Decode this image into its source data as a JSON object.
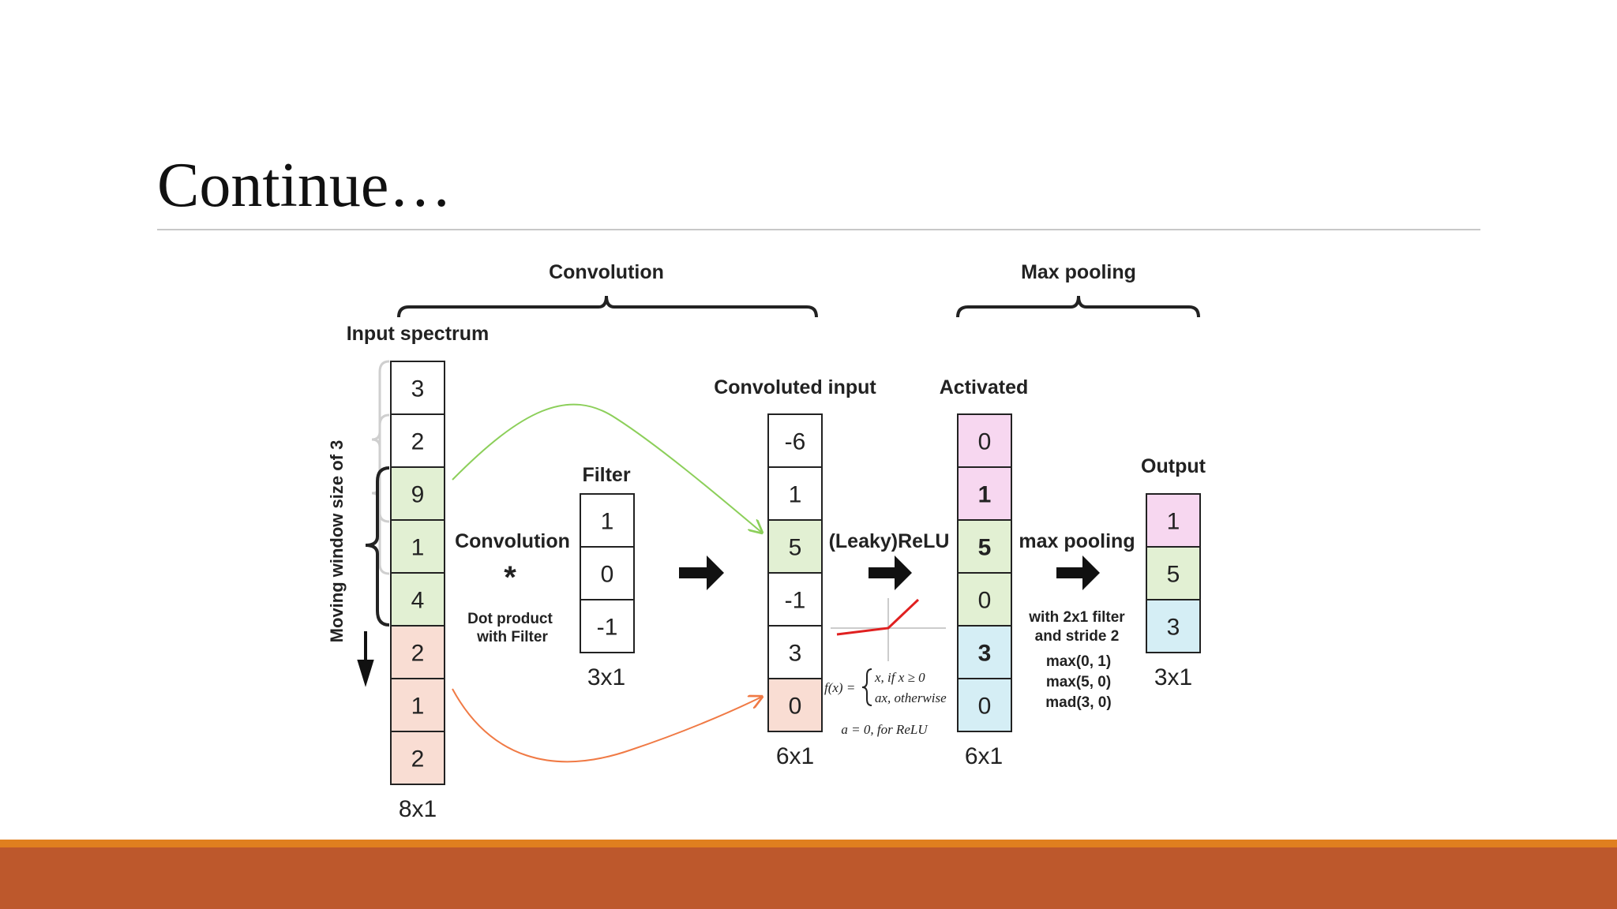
{
  "slide": {
    "title": "Continue…"
  },
  "colors": {
    "green": "#e2f0d3",
    "red": "#f9ddd3",
    "pink": "#f7d7f0",
    "blue": "#d5eef5",
    "white": "#ffffff",
    "green_arrow": "#8ccf5a",
    "orange_arrow": "#f07a45",
    "relu_line": "#e02020",
    "footer_orange": "#e07f1f",
    "footer_red": "#bd582c"
  },
  "diagram": {
    "section_convolution": "Convolution",
    "section_max_pooling": "Max pooling",
    "input": {
      "label": "Input spectrum",
      "dim": "8x1",
      "values": [
        "3",
        "2",
        "9",
        "1",
        "4",
        "2",
        "1",
        "2"
      ],
      "fills": [
        "white",
        "white",
        "green",
        "green",
        "green",
        "red",
        "red",
        "red"
      ]
    },
    "window_label": "Moving window size of 3",
    "conv_op": {
      "label": "Convolution",
      "symbol": "*",
      "desc_line1": "Dot product",
      "desc_line2": "with Filter"
    },
    "filter": {
      "label": "Filter",
      "dim": "3x1",
      "values": [
        "1",
        "0",
        "-1"
      ]
    },
    "convoluted": {
      "label": "Convoluted input",
      "dim": "6x1",
      "values": [
        "-6",
        "1",
        "5",
        "-1",
        "3",
        "0"
      ],
      "fills": [
        "white",
        "white",
        "green",
        "white",
        "white",
        "red"
      ]
    },
    "relu": {
      "label": "(Leaky)ReLU",
      "formula_lhs": "f(x) =",
      "case1": "x,    if x ≥ 0",
      "case2": "ax, otherwise",
      "note": "a = 0, for ReLU"
    },
    "activated": {
      "label": "Activated",
      "dim": "6x1",
      "values": [
        "0",
        "1",
        "5",
        "0",
        "3",
        "0"
      ],
      "fills": [
        "pink",
        "pink",
        "green",
        "green",
        "blue",
        "blue"
      ],
      "bold": [
        false,
        true,
        true,
        false,
        true,
        false
      ]
    },
    "pooling": {
      "label": "max pooling",
      "desc_line1": "with 2x1 filter",
      "desc_line2": "and stride 2",
      "ops": [
        "max(0, 1)",
        "max(5, 0)",
        "mad(3, 0)"
      ]
    },
    "output": {
      "label": "Output",
      "dim": "3x1",
      "values": [
        "1",
        "5",
        "3"
      ],
      "fills": [
        "pink",
        "green",
        "blue"
      ]
    }
  }
}
